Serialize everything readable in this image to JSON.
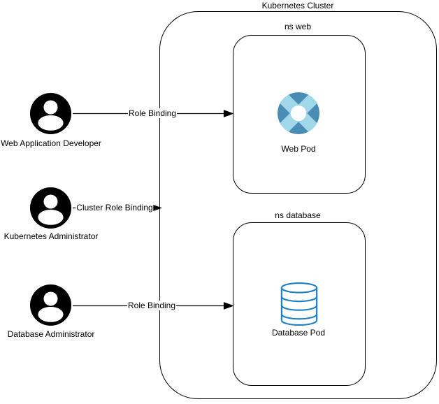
{
  "cluster": {
    "label": "Kubernetes Cluster"
  },
  "namespaces": [
    {
      "label": "ns web",
      "pod_label": "Web Pod",
      "pod_icon": "kubernetes-pod-icon"
    },
    {
      "label": "ns database",
      "pod_label": "Database Pod",
      "pod_icon": "database-icon"
    }
  ],
  "actors": [
    {
      "label": "Web Application Developer",
      "icon": "user-icon"
    },
    {
      "label": "Kubernetes Administrator",
      "icon": "user-icon"
    },
    {
      "label": "Database Administrator",
      "icon": "user-icon"
    }
  ],
  "connectors": [
    {
      "label": "Role Binding",
      "from": "Web Application Developer",
      "to": "ns web"
    },
    {
      "label": "Cluster Role Binding",
      "from": "Kubernetes Administrator",
      "to": "Kubernetes Cluster"
    },
    {
      "label": "Role Binding",
      "from": "Database Administrator",
      "to": "ns database"
    }
  ],
  "colors": {
    "line": "#000000",
    "text": "#000000",
    "actor_fill": "#000000",
    "pod_dark_blue": "#4a8db4",
    "pod_light_blue": "#a0d8ea",
    "database_blue": "#1a7fc4",
    "background": "#ffffff"
  }
}
